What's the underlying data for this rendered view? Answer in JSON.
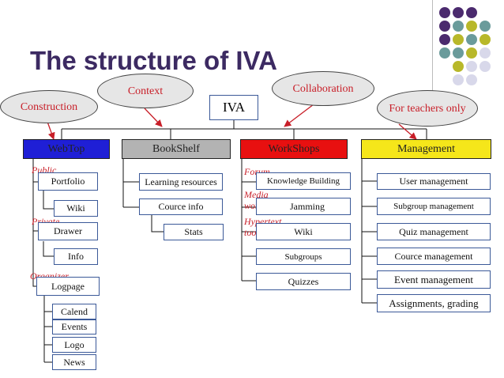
{
  "slide": {
    "title": "The structure of IVA",
    "colors": {
      "title": "#3c2a62",
      "accent_red": "#c81e28",
      "dot_purple": "#4b2a6e",
      "dot_teal": "#6a9b9b",
      "dot_olive": "#b8b82a",
      "dot_light": "#d8d8ea"
    }
  },
  "diagram": {
    "root": "IVA",
    "callouts": {
      "construction": "Construction",
      "context": "Context",
      "collaboration": "Collaboration",
      "for_teachers": "For teachers only"
    },
    "categories": {
      "webtop": {
        "label": "WebTop",
        "fill": "#1f1fd6"
      },
      "bookshelf": {
        "label": "BookShelf",
        "fill": "#b3b3b3"
      },
      "workshops": {
        "label": "WorkShops",
        "fill": "#e81010"
      },
      "management": {
        "label": "Management",
        "fill": "#f5e61a"
      }
    },
    "webtop": {
      "public": "Public",
      "portfolio": "Portfolio",
      "wiki": "Wiki",
      "private": "Private",
      "drawer": "Drawer",
      "info": "Info",
      "organizer": "Organizer",
      "logpage": "Logpage",
      "calend": "Calend",
      "events": "Events",
      "logo": "Logo",
      "news": "News"
    },
    "bookshelf": {
      "learning_resources": "Learning resources",
      "cource_info": "Cource info",
      "stats": "Stats"
    },
    "workshops": {
      "forum": "Forum",
      "knowledge_building": "Knowledge Building",
      "media_workshop": "Media workshop",
      "jamming": "Jamming",
      "hypertext_tool": "Hypertext tool",
      "wiki": "Wiki",
      "subgroups": "Subgroups",
      "quizzes": "Quizzes"
    },
    "management": {
      "user_management": "User management",
      "subgroup_management": "Subgroup management",
      "quiz_management": "Quiz management",
      "cource_management": "Cource management",
      "event_management": "Event management",
      "assignments_grading": "Assignments, grading"
    }
  }
}
